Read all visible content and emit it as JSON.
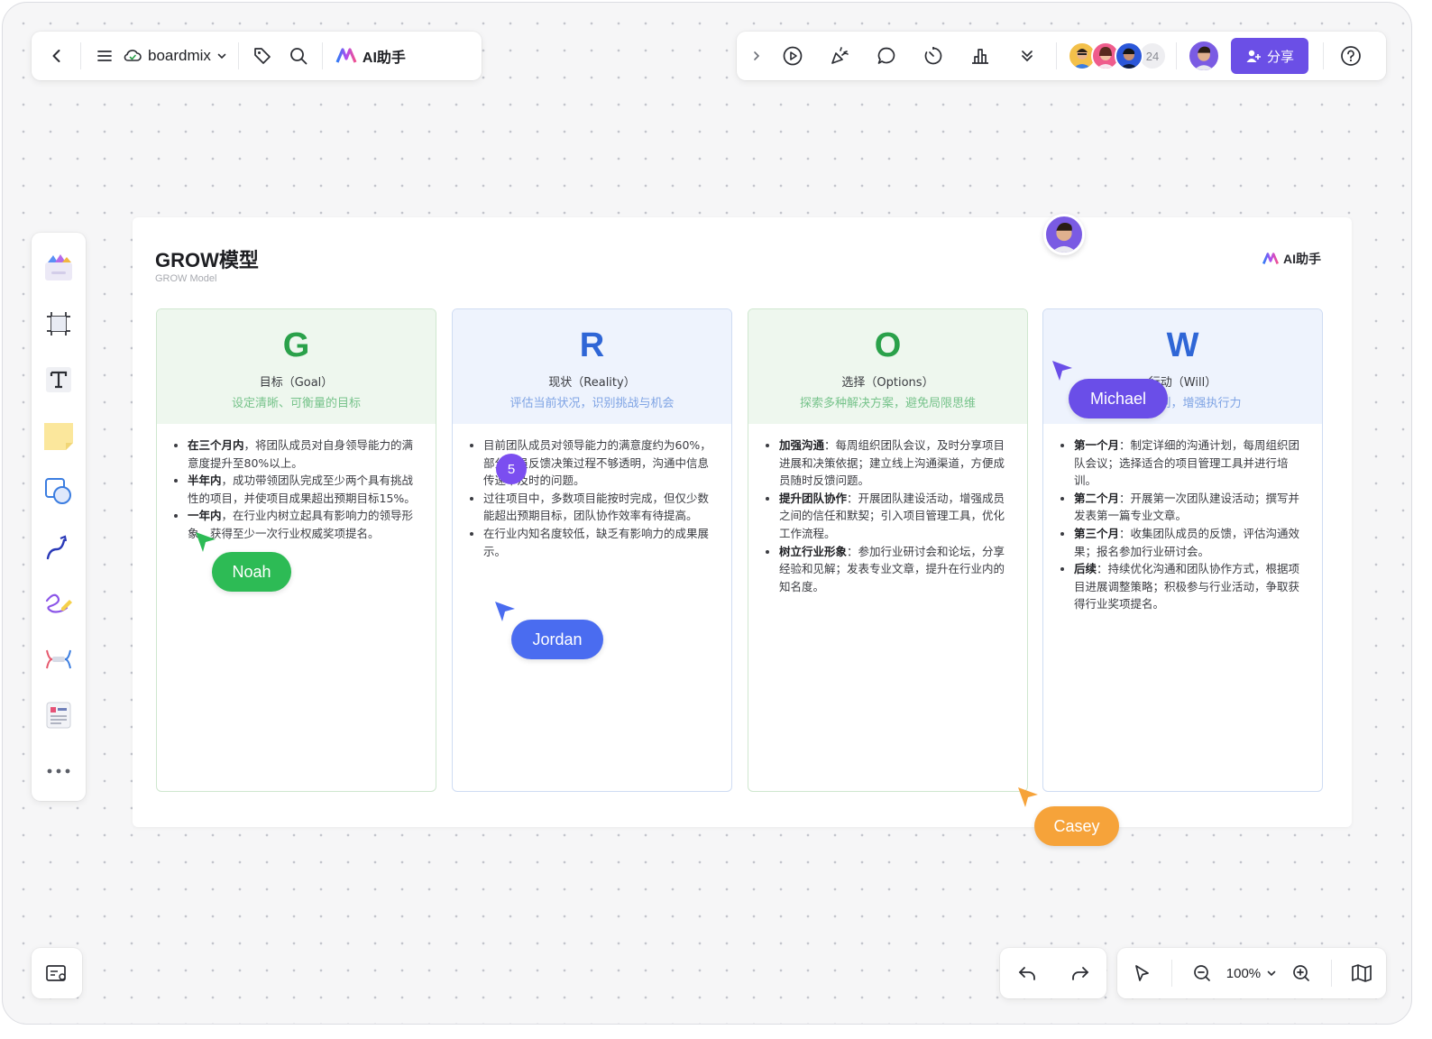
{
  "topbar": {
    "back_icon": "chevron-left-icon",
    "menu_icon": "hamburger-icon",
    "cloud_icon": "cloud-sync-icon",
    "brand": "boardmix",
    "tag_icon": "tag-icon",
    "search_icon": "search-icon",
    "ai_label": "AI助手"
  },
  "toolbar_right": {
    "collaborator_count": "24",
    "share_label": "分享",
    "share_color": "#6b4fe6"
  },
  "left_tools": [
    "template-icon",
    "frame-icon",
    "text-icon",
    "sticky-note-icon",
    "shape-icon",
    "connector-icon",
    "pen-icon",
    "mindmap-icon",
    "table-icon",
    "more-icon"
  ],
  "board": {
    "title": "GROW模型",
    "subtitle": "GROW Model",
    "ai_label": "AI助手",
    "cards": [
      {
        "letter": "G",
        "name": "目标（Goal）",
        "desc": "设定清晰、可衡量的目标",
        "items": [
          {
            "bold": "在三个月内",
            "text": "，将团队成员对自身领导能力的满意度提升至80%以上。"
          },
          {
            "bold": "半年内",
            "text": "，成功带领团队完成至少两个具有挑战性的项目，并使项目成果超出预期目标15%。"
          },
          {
            "bold": "一年内",
            "text": "，在行业内树立起具有影响力的领导形象，获得至少一次行业权威奖项提名。"
          }
        ]
      },
      {
        "letter": "R",
        "name": "现状（Reality）",
        "desc": "评估当前状况，识别挑战与机会",
        "items": [
          {
            "bold": "",
            "text": "目前团队成员对领导能力的满意度约为60%，部分成员反馈决策过程不够透明，沟通中信息传递不及时的问题。"
          },
          {
            "bold": "",
            "text": "过往项目中，多数项目能按时完成，但仅少数能超出预期目标，团队协作效率有待提高。"
          },
          {
            "bold": "",
            "text": "在行业内知名度较低，缺乏有影响力的成果展示。"
          }
        ]
      },
      {
        "letter": "O",
        "name": "选择（Options）",
        "desc": "探索多种解决方案，避免局限思维",
        "items": [
          {
            "bold": "加强沟通",
            "text": "：每周组织团队会议，及时分享项目进展和决策依据；建立线上沟通渠道，方便成员随时反馈问题。"
          },
          {
            "bold": "提升团队协作",
            "text": "：开展团队建设活动，增强成员之间的信任和默契；引入项目管理工具，优化工作流程。"
          },
          {
            "bold": "树立行业形象",
            "text": "：参加行业研讨会和论坛，分享经验和见解；发表专业文章，提升在行业内的知名度。"
          }
        ]
      },
      {
        "letter": "W",
        "name": "行动（Will）",
        "desc": "制定计划，增强执行力",
        "items": [
          {
            "bold": "第一个月",
            "text": "：制定详细的沟通计划，每周组织团队会议；选择适合的项目管理工具并进行培训。"
          },
          {
            "bold": "第二个月",
            "text": "：开展第一次团队建设活动；撰写并发表第一篇专业文章。"
          },
          {
            "bold": "第三个月",
            "text": "：收集团队成员的反馈，评估沟通效果；报名参加行业研讨会。"
          },
          {
            "bold": "后续",
            "text": "：持续优化沟通和团队协作方式，根据项目进展调整策略；积极参与行业活动，争取获得行业奖项提名。"
          }
        ]
      }
    ]
  },
  "cursors": {
    "noah": {
      "name": "Noah",
      "color": "#2dbb55"
    },
    "jordan": {
      "name": "Jordan",
      "color": "#4a6cf0"
    },
    "michael": {
      "name": "Michael",
      "color": "#6a4ee8"
    },
    "casey": {
      "name": "Casey",
      "color": "#f6a33a"
    }
  },
  "unread_bubble": "5",
  "zoom_level": "100%"
}
